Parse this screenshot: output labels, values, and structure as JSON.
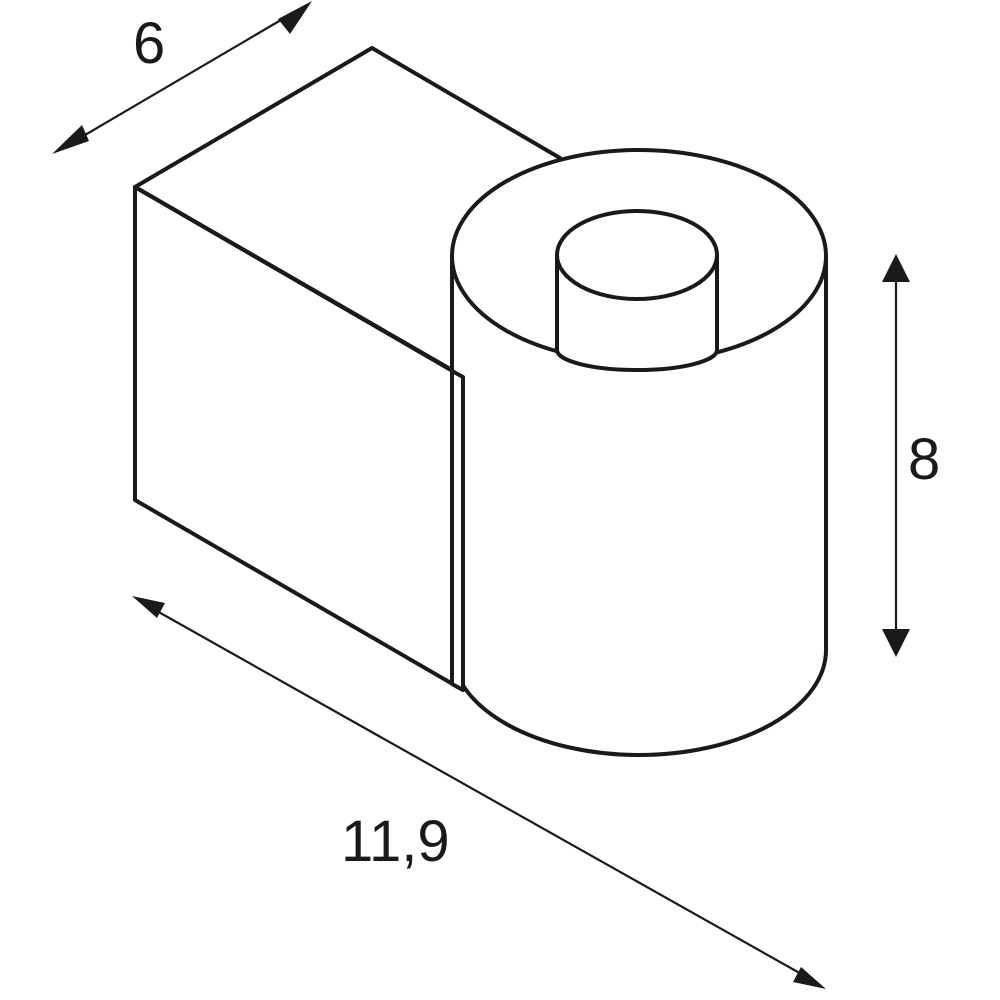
{
  "dimensions": {
    "depth": "6",
    "height": "8",
    "width": "11,9"
  },
  "colors": {
    "line": "#1a1a1a",
    "background": "#ffffff"
  }
}
